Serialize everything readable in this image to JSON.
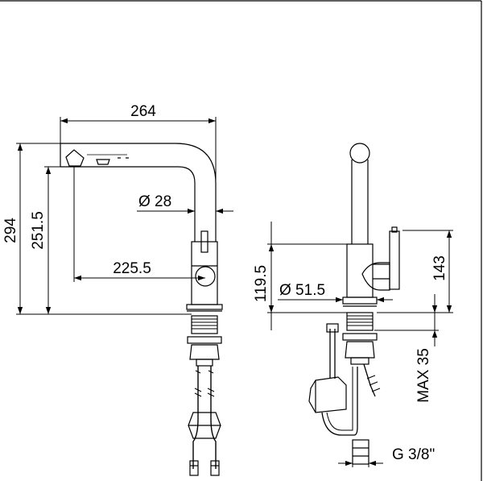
{
  "drawing": {
    "line_color": "#000000",
    "background_color": "#ffffff"
  },
  "dimensions": {
    "total_reach": "264",
    "spout_diameter": "Ø 28",
    "total_height": "294",
    "spout_height": "251.5",
    "body_axis_reach": "225.5",
    "right_body_height": "119.5",
    "base_diameter": "Ø 51.5",
    "lever_height": "143",
    "max_thickness": "MAX 35",
    "connection_thread": "G 3/8\""
  }
}
